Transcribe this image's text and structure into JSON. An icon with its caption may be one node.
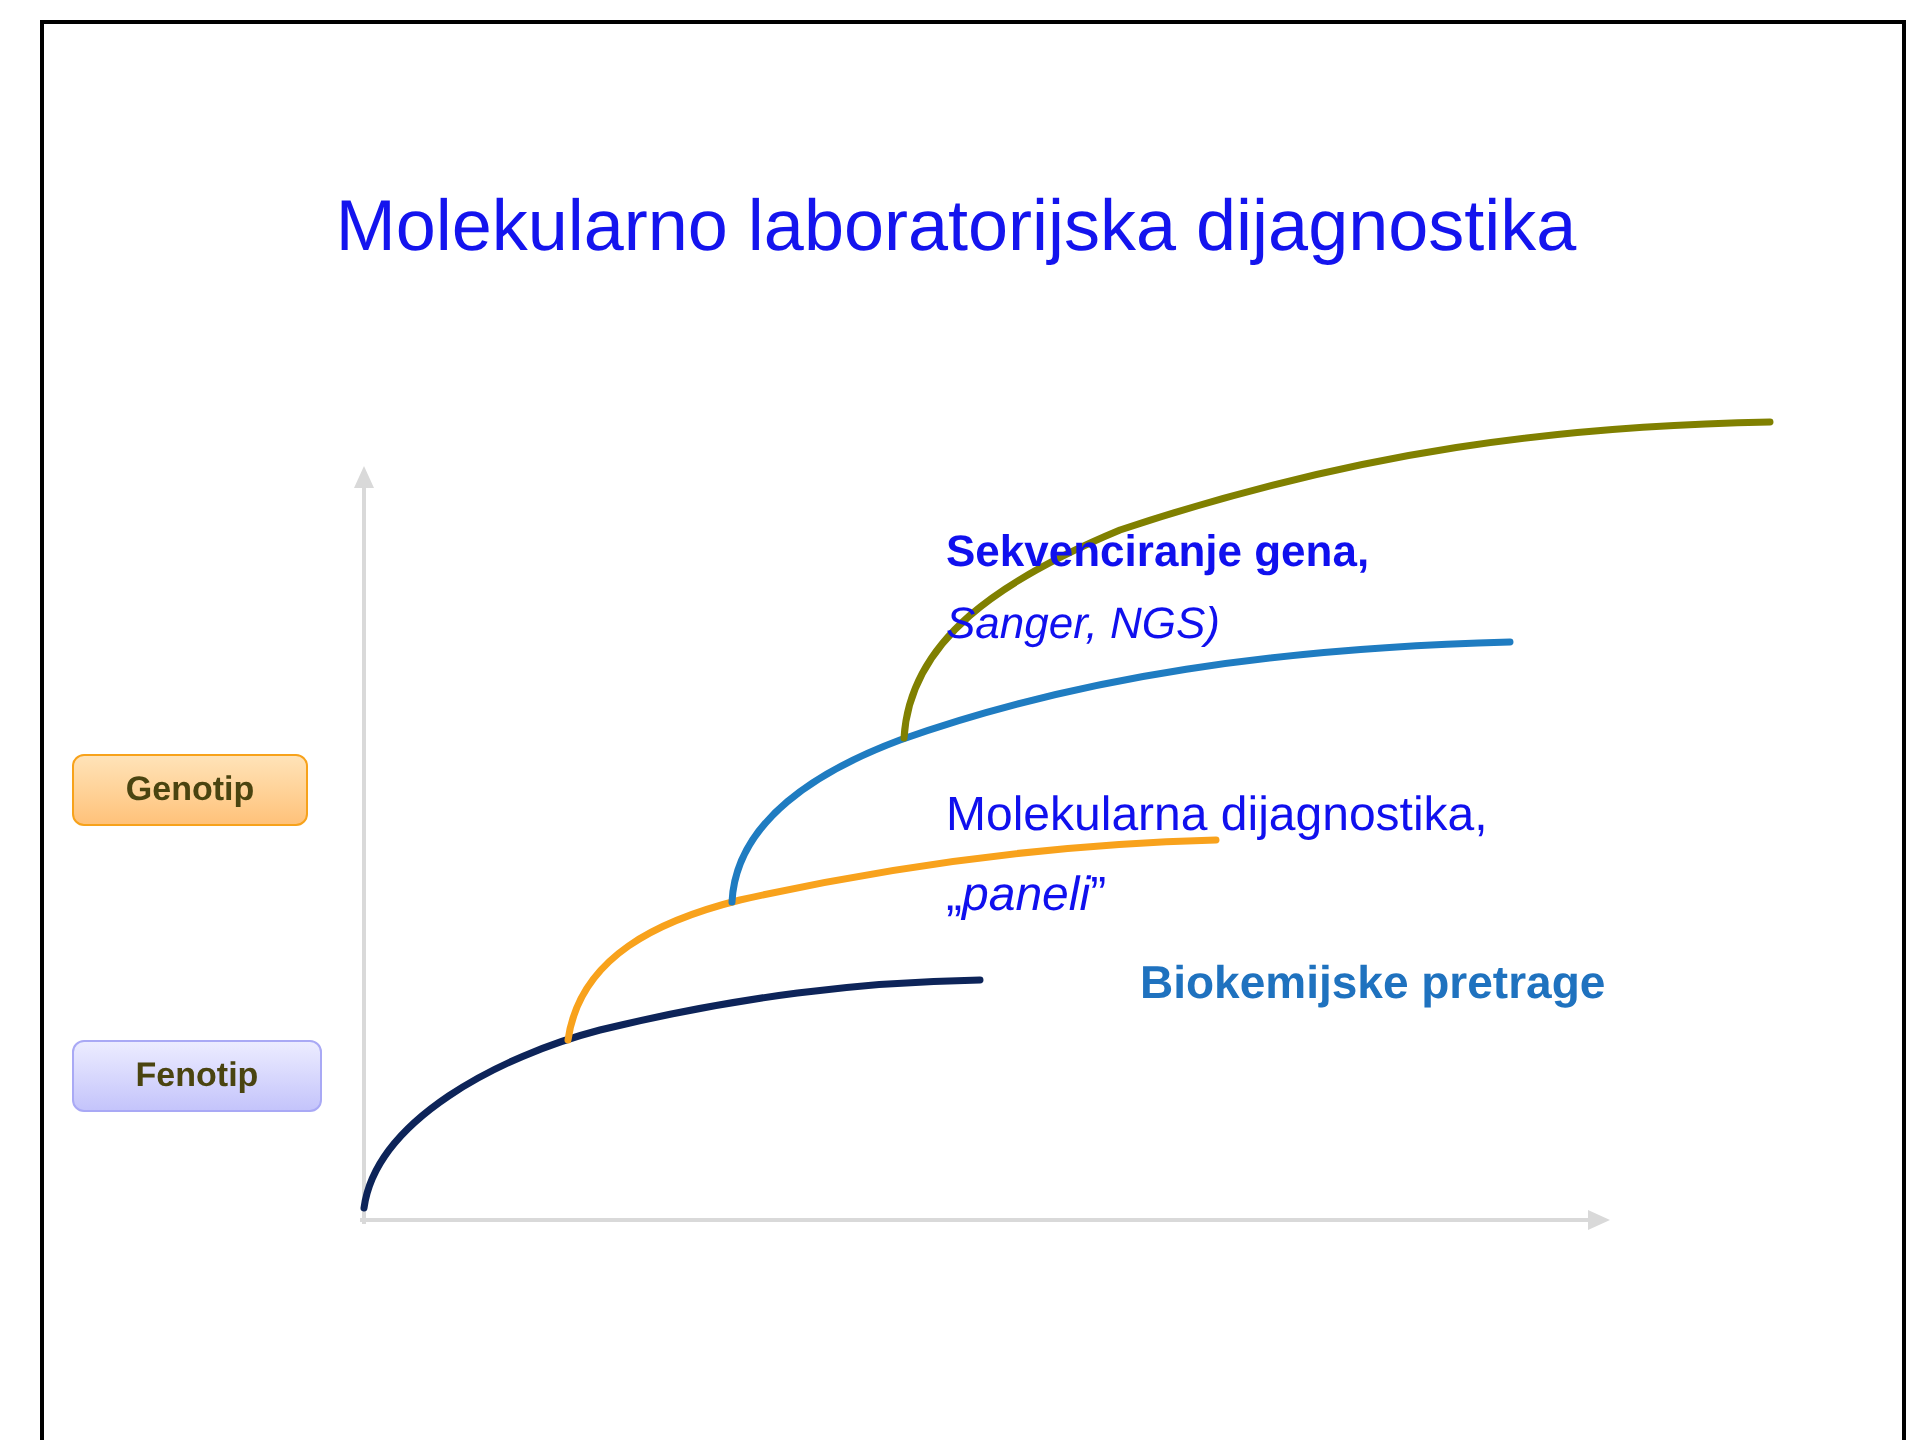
{
  "diagram": {
    "title": "Molekularno laboratorijska dijagnostika",
    "nodes": [
      {
        "text": [
          "Genotip"
        ]
      },
      {
        "text": [
          "Fenotip"
        ]
      }
    ],
    "labels": [
      "Sekvenciranje gena,",
      "Sanger, NGS)",
      "Molekularna dijagnostika,",
      "„*paneli*”",
      "Biokemijske pretrage"
    ]
  }
}
